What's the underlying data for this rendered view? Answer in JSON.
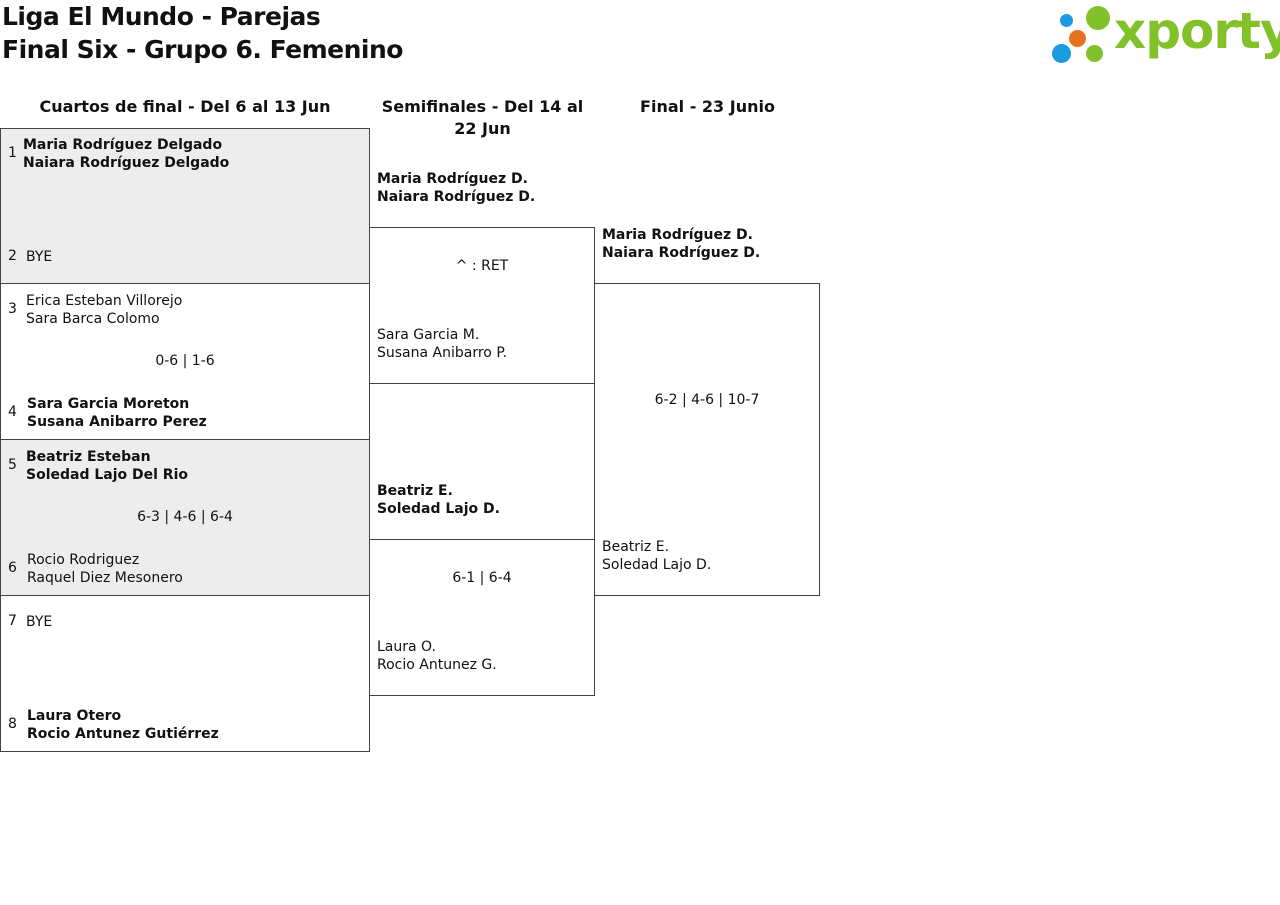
{
  "header": {
    "title_line1": "Liga El Mundo - Parejas",
    "title_line2": "Final Six - Grupo 6. Femenino",
    "logo_text": "xporty",
    "logo_colors": {
      "blue": "#1a9be0",
      "orange": "#e8711c",
      "green": "#82c12a"
    }
  },
  "rounds": {
    "quarterfinals": "Cuartos de final - Del 6 al 13 Jun",
    "semifinals": "Semifinales - Del 14 al 22 Jun",
    "final": "Final - 23 Junio"
  },
  "quarterfinals": [
    {
      "seed_top": "1",
      "top_p1": "Maria Rodríguez Delgado",
      "top_p2": "Naiara Rodríguez Delgado",
      "seed_bottom": "2",
      "bottom_p1": "BYE",
      "bottom_p2": "",
      "score": "",
      "winner": "top"
    },
    {
      "seed_top": "3",
      "top_p1": "Erica Esteban Villorejo",
      "top_p2": "Sara Barca Colomo",
      "seed_bottom": "4",
      "bottom_p1": "Sara Garcia Moreton",
      "bottom_p2": "Susana Anibarro Perez",
      "score": "0-6 | 1-6",
      "winner": "bottom"
    },
    {
      "seed_top": "5",
      "top_p1": "Beatriz Esteban",
      "top_p2": "Soledad Lajo Del Rio",
      "seed_bottom": "6",
      "bottom_p1": "Rocio Rodriguez",
      "bottom_p2": "Raquel Diez Mesonero",
      "score": "6-3 | 4-6 | 6-4",
      "winner": "top"
    },
    {
      "seed_top": "7",
      "top_p1": "BYE",
      "top_p2": "",
      "seed_bottom": "8",
      "bottom_p1": "Laura Otero",
      "bottom_p2": "Rocio Antunez Gutiérrez",
      "score": "",
      "winner": "bottom"
    }
  ],
  "semifinals": [
    {
      "top_p1": "Maria Rodríguez D.",
      "top_p2": "Naiara Rodríguez D.",
      "bottom_p1": "Sara Garcia M.",
      "bottom_p2": "Susana Anibarro P.",
      "score": "^ : RET",
      "winner": "top"
    },
    {
      "top_p1": "Beatriz E.",
      "top_p2": "Soledad Lajo D.",
      "bottom_p1": "Laura O.",
      "bottom_p2": "Rocio Antunez G.",
      "score": "6-1 | 6-4",
      "winner": "top"
    }
  ],
  "final": {
    "top_p1": "Maria Rodríguez D.",
    "top_p2": "Naiara Rodríguez D.",
    "bottom_p1": "Beatriz E.",
    "bottom_p2": "Soledad Lajo D.",
    "score": "6-2 | 4-6 | 10-7",
    "winner": "top"
  }
}
